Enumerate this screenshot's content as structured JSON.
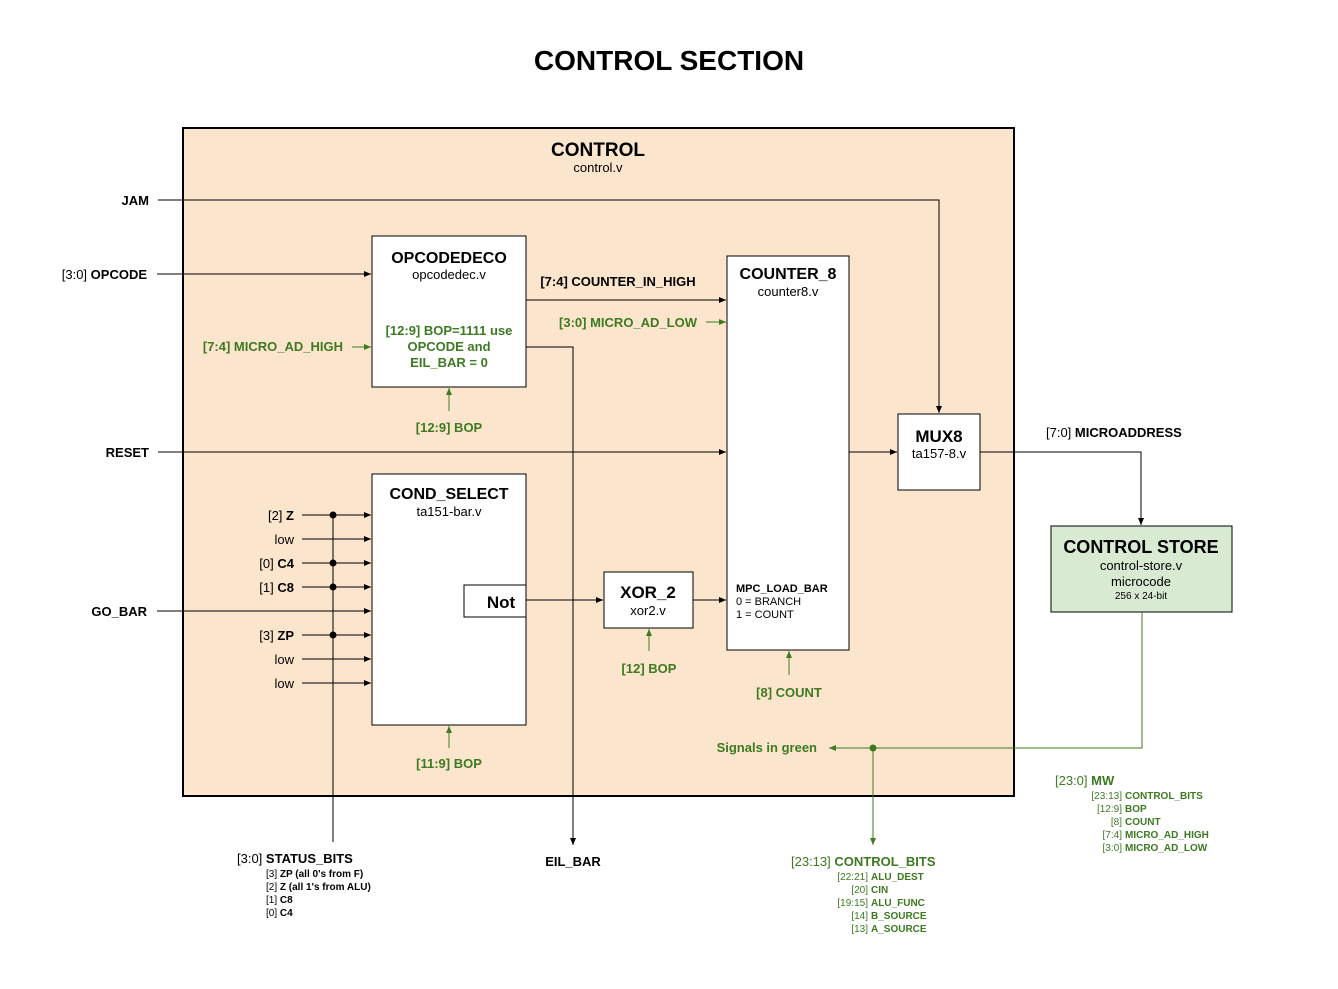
{
  "title": "CONTROL SECTION",
  "colors": {
    "control_bg": "#fce5cd",
    "store_bg": "#d9ead3",
    "signal_green": "#3d7a22"
  },
  "control": {
    "name": "CONTROL",
    "file": "control.v"
  },
  "inputs": {
    "jam": "JAM",
    "opcode_range": "[3:0]",
    "opcode": "OPCODE",
    "reset": "RESET",
    "go_bar": "GO_BAR"
  },
  "opcodedeco": {
    "name": "OPCODEDECO",
    "file": "opcodedec.v",
    "note_lines": [
      "[12:9] BOP=1111 use",
      "OPCODE and",
      "EIL_BAR = 0"
    ],
    "micro_ad_high": "[7:4] MICRO_AD_HIGH",
    "bop": "[12:9] BOP"
  },
  "counter": {
    "name": "COUNTER_8",
    "file": "counter8.v",
    "in_high": "[7:4] COUNTER_IN_HIGH",
    "micro_ad_low": "[3:0] MICRO_AD_LOW",
    "mpc_load_bar": "MPC_LOAD_BAR",
    "branch": "0 = BRANCH",
    "count": "1 = COUNT",
    "count_signal": "[8] COUNT"
  },
  "mux": {
    "name": "MUX8",
    "file": "ta157-8.v"
  },
  "microaddress": {
    "range": "[7:0]",
    "name": "MICROADDRESS"
  },
  "control_store": {
    "name": "CONTROL STORE",
    "file": "control-store.v",
    "desc": "microcode",
    "size": "256 x 24-bit"
  },
  "cond_select": {
    "name": "COND_SELECT",
    "file": "ta151-bar.v",
    "not_label": "Not",
    "bop": "[11:9] BOP",
    "inputs": [
      {
        "idx": "[2]",
        "name": "Z"
      },
      {
        "idx": "",
        "name": "low"
      },
      {
        "idx": "[0]",
        "name": "C4"
      },
      {
        "idx": "[1]",
        "name": "C8"
      },
      {
        "idx": "[3]",
        "name": "ZP"
      },
      {
        "idx": "",
        "name": "low"
      },
      {
        "idx": "",
        "name": "low"
      }
    ]
  },
  "xor": {
    "name": "XOR_2",
    "file": "xor2.v",
    "bop": "[12] BOP"
  },
  "eil_bar": "EIL_BAR",
  "signals_green": "Signals in green",
  "status_bits": {
    "range": "[3:0]",
    "name": "STATUS_BITS",
    "items": [
      {
        "idx": "[3]",
        "text": "ZP (all 0's from F)"
      },
      {
        "idx": "[2]",
        "text": "Z   (all 1's from ALU)"
      },
      {
        "idx": "[1]",
        "text": "C8"
      },
      {
        "idx": "[0]",
        "text": "C4"
      }
    ]
  },
  "control_bits": {
    "range": "[23:13]",
    "name": "CONTROL_BITS",
    "items": [
      {
        "idx": "[22:21]",
        "text": "ALU_DEST"
      },
      {
        "idx": "[20]",
        "text": "CIN"
      },
      {
        "idx": "[19:15]",
        "text": "ALU_FUNC"
      },
      {
        "idx": "[14]",
        "text": "B_SOURCE"
      },
      {
        "idx": "[13]",
        "text": "A_SOURCE"
      }
    ]
  },
  "mw": {
    "range": "[23:0]",
    "name": "MW",
    "items": [
      {
        "idx": "[23:13]",
        "text": "CONTROL_BITS"
      },
      {
        "idx": "[12:9]",
        "text": "BOP"
      },
      {
        "idx": "[8]",
        "text": "COUNT"
      },
      {
        "idx": "[7:4]",
        "text": "MICRO_AD_HIGH"
      },
      {
        "idx": "[3:0]",
        "text": "MICRO_AD_LOW"
      }
    ]
  }
}
